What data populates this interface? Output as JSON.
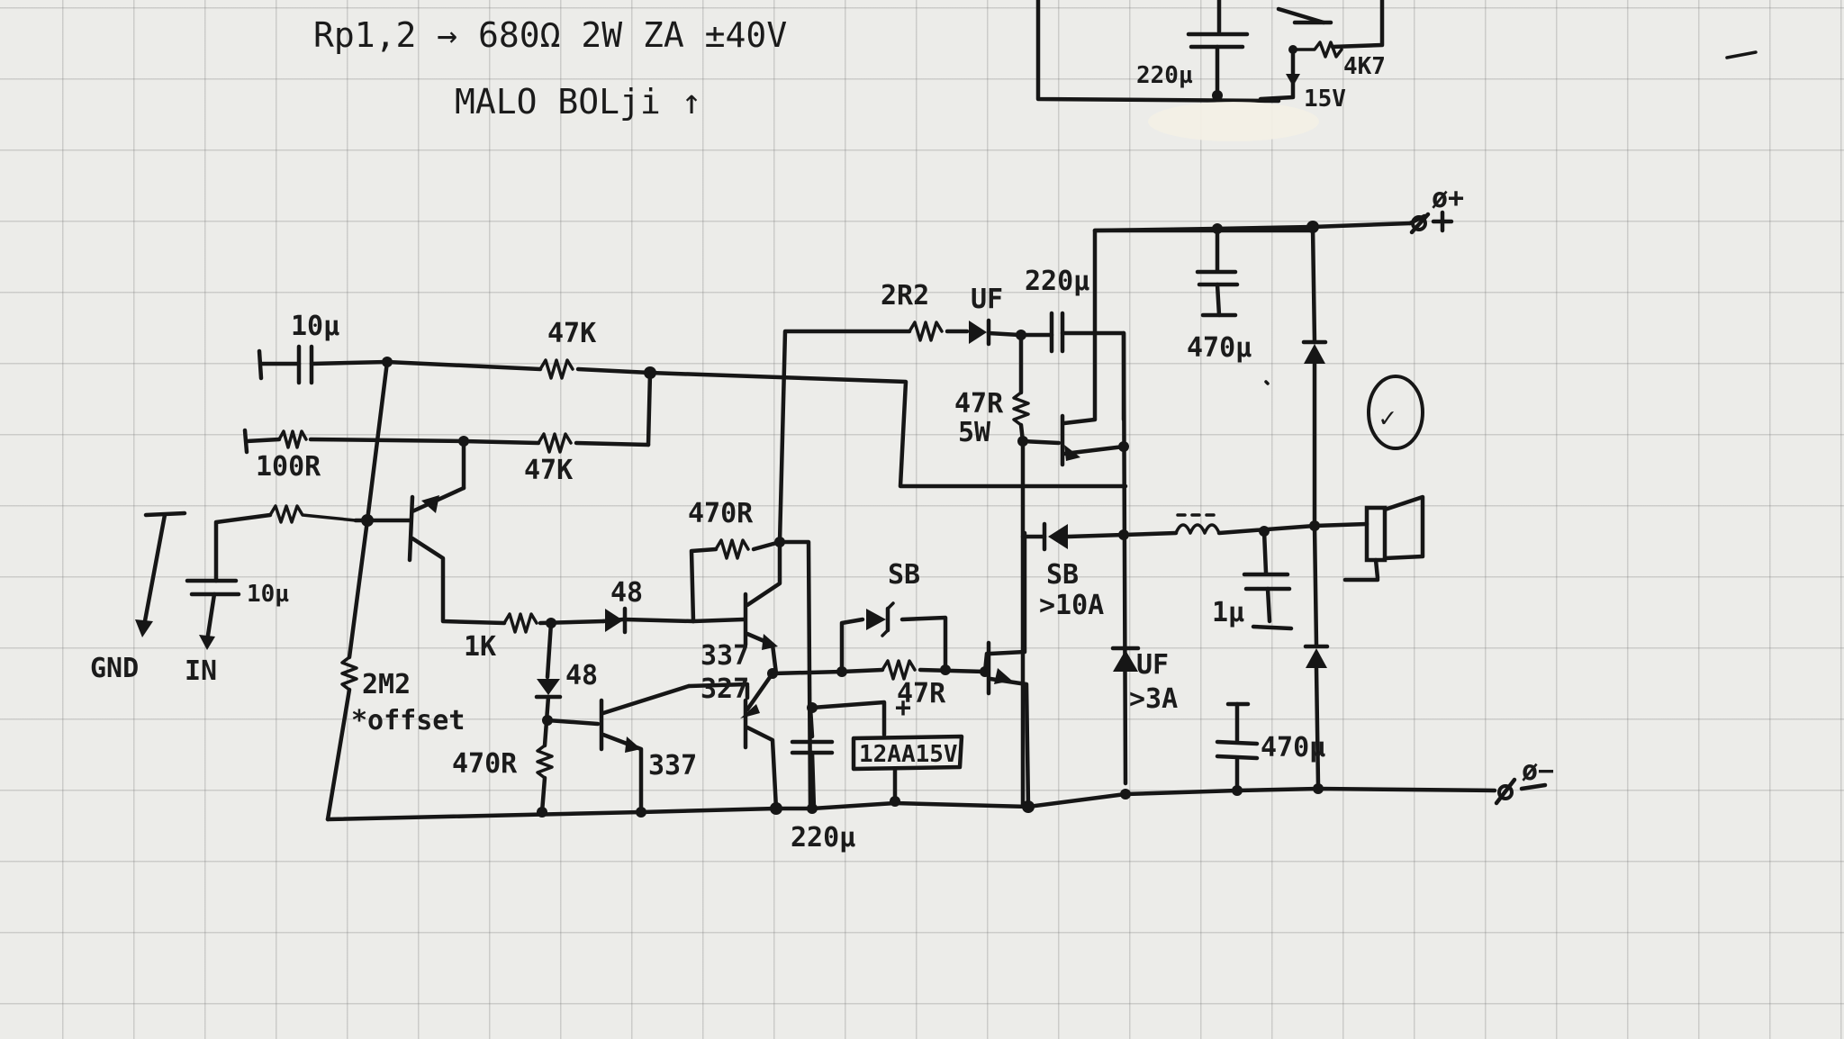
{
  "notes": {
    "line1": "Rp1,2 → 680Ω 2W ZA ±40V",
    "line2": "MALO BOLji ↑"
  },
  "terminals": {
    "gnd": "GND",
    "in": "IN",
    "vplus": "ø+",
    "vminus": "ø−"
  },
  "components": {
    "c_in": "10µ",
    "c_in2": "10µ",
    "r_100": "100R",
    "r_47k_top": "47K",
    "r_47k_mid": "47K",
    "r_2m2": "2M2",
    "offset": "*offset",
    "r_1k": "1K",
    "d_48_a": "48",
    "d_48_b": "48",
    "r_470_bot": "470R",
    "q_337": "337",
    "r_470_mid": "470R",
    "q_337b": "337",
    "q_327": "327",
    "c_220_bot": "220µ",
    "reg": "12AA15V",
    "reg_plus": "+",
    "sb_top": "SB",
    "r_47r": "47R",
    "r_2r2": "2R2",
    "d_uf": "UF",
    "c_220_top": "220µ",
    "r_47r_5w": "47R",
    "r_5w": "5W",
    "d_sb": "SB",
    "d_sb_rating": ">10A",
    "d_uf_low": "UF",
    "d_uf_rating": ">3A",
    "c_470_top": "470µ",
    "c_1u": "1µ",
    "c_470_bot": "470µ",
    "inset_220": "220µ",
    "inset_4k7": "4K7",
    "inset_15v": "15V"
  },
  "check_mark": "✓"
}
